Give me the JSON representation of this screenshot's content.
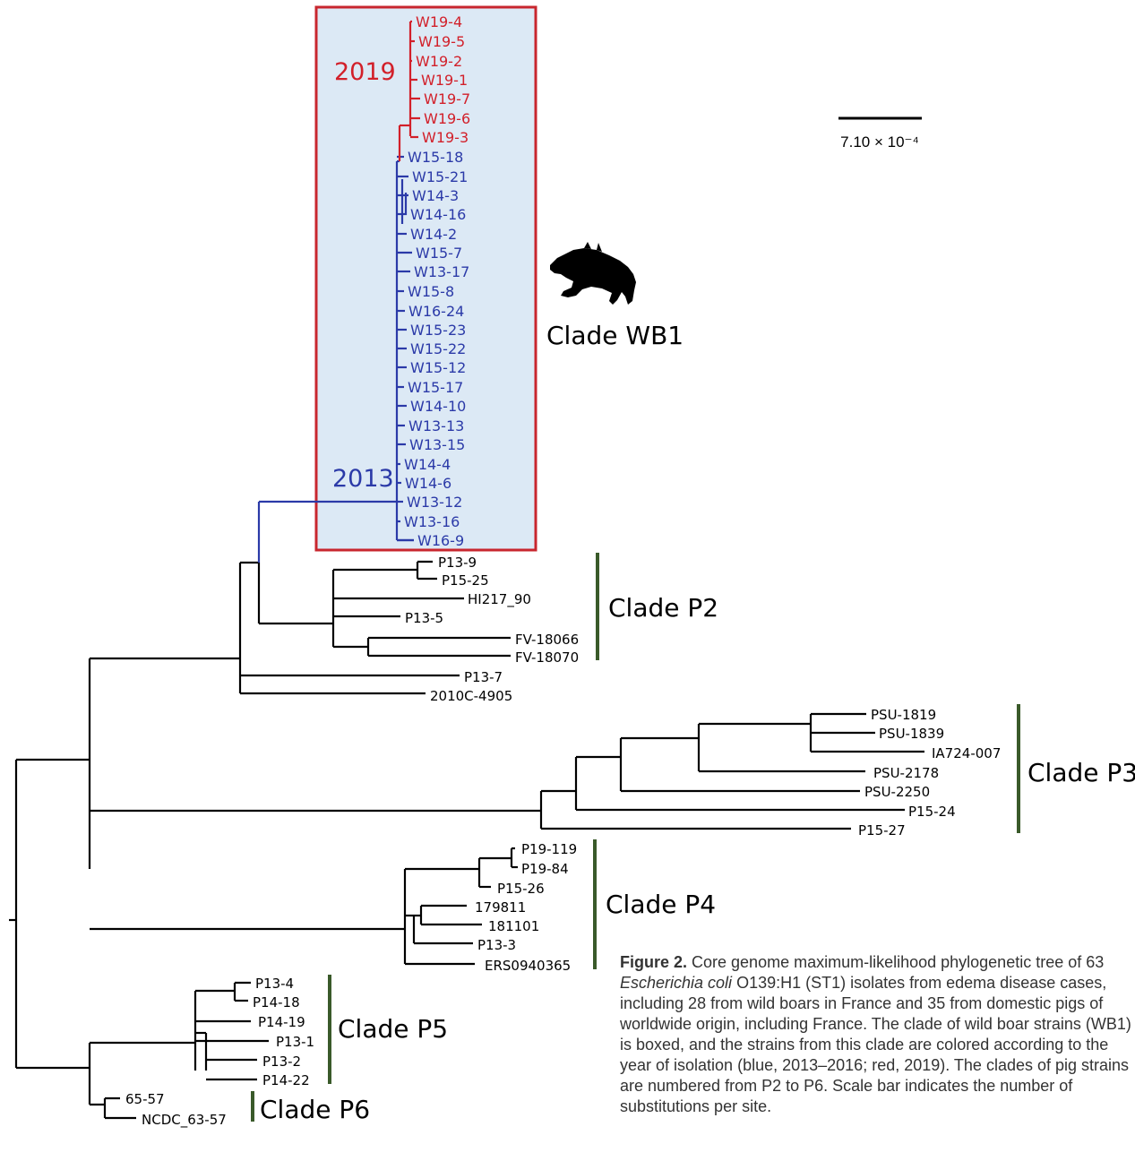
{
  "colors": {
    "wb_2013": "#2b3aa8",
    "wb_2019": "#d2202a",
    "box_border": "#c8262e",
    "box_fill": "#dce9f5",
    "clade_bar": "#3a5a2a",
    "tree": "#000000"
  },
  "scale_bar": {
    "label": "7.10 × 10⁻⁴"
  },
  "year_labels": {
    "y2019": "2019",
    "y2013": "2013"
  },
  "clades": {
    "wb1": "Clade WB1",
    "p2": "Clade P2",
    "p3": "Clade P3",
    "p4": "Clade P4",
    "p5": "Clade P5",
    "p6": "Clade P6"
  },
  "icon": "wild-boar-silhouette-icon",
  "leaves": {
    "red": [
      "W19-4",
      "W19-5",
      "W19-2",
      "W19-1",
      "W19-7",
      "W19-6",
      "W19-3"
    ],
    "blue": [
      "W15-18",
      "W15-21",
      "W14-3",
      "W14-16",
      "W14-2",
      "W15-7",
      "W13-17",
      "W15-8",
      "W16-24",
      "W15-23",
      "W15-22",
      "W15-12",
      "W15-17",
      "W14-10",
      "W13-13",
      "W13-15",
      "W14-4",
      "W14-6",
      "W13-12",
      "W13-16",
      "W16-9"
    ],
    "p2": [
      "P13-9",
      "P15-25",
      "HI217_90",
      "P13-5",
      "FV-18066",
      "FV-18070",
      "P13-7",
      "2010C-4905"
    ],
    "p3": [
      "PSU-1819",
      "PSU-1839",
      "IA724-007",
      "PSU-2178",
      "PSU-2250",
      "P15-24",
      "P15-27"
    ],
    "p4": [
      "P19-119",
      "P19-84",
      "P15-26",
      "179811",
      "181101",
      "P13-3",
      "ERS0940365"
    ],
    "p5": [
      "P13-4",
      "P14-18",
      "P14-19",
      "P13-1",
      "P13-2",
      "P14-22"
    ],
    "p6": [
      "65-57",
      "NCDC_63-57"
    ]
  },
  "caption": {
    "label": "Figure 2.",
    "part1": " Core genome maximum-likelihood phylogenetic tree of 63 ",
    "species": "Escherichia coli",
    "part2": " O139:H1 (ST1) isolates from edema disease cases, including 28 from wild boars in France and 35 from domestic pigs of worldwide origin, including France. The clade of wild boar strains (WB1) is boxed, and the strains from this clade are colored according to the year of isolation (blue, 2013–2016; red, 2019). The clades of pig strains are numbered from P2 to P6. Scale bar indicates the number of substitutions per site."
  }
}
